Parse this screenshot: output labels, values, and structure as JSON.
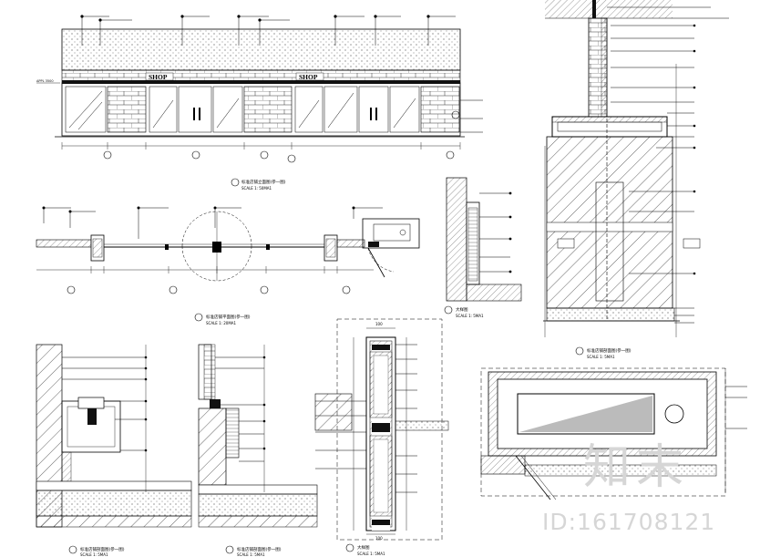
{
  "elevation": {
    "shop_sign_left": "SHOP",
    "shop_sign_right": "SHOP",
    "level_mark": "APPL 3500",
    "title": "标准店铺立面图(参一图)",
    "scale": "SCALE 1: 50MA1"
  },
  "plan": {
    "title": "标准店铺平面图(参一图)",
    "scale": "SCALE 1: 20MA1"
  },
  "detail_small": {
    "title": "大样图",
    "scale": "SCALE 1: 5MA1"
  },
  "section_right": {
    "title": "标准店铺剖面图(参一图)",
    "scale": "SCALE 1: 5MA1"
  },
  "section_a": {
    "title": "标准店铺剖面图(参一图)",
    "scale": "SCALE 1: 5MA1"
  },
  "section_b": {
    "title": "标准店铺剖面图(参一图)",
    "scale": "SCALE 1: 5MA1"
  },
  "detail_door": {
    "title": "大样图",
    "scale": "SCALE 1: 5MA1",
    "dim_top": "100",
    "dim_bottom": "100"
  },
  "watermark": {
    "logo": "知末",
    "id": "ID:161708121"
  }
}
